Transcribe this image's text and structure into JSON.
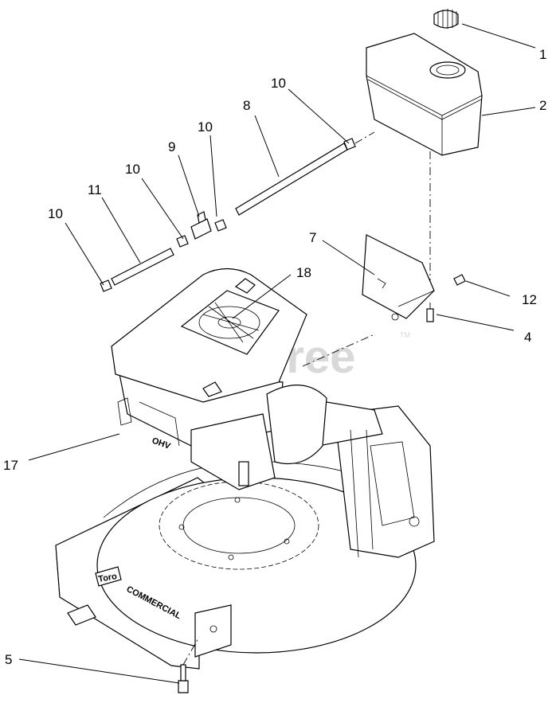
{
  "watermark": {
    "text": "PartsTree",
    "trademark": "TM"
  },
  "branding": {
    "deck_text": "COMMERCIAL",
    "badge_text": "Toro",
    "engine_text": "OHV"
  },
  "callouts": [
    {
      "id": "c1",
      "label": "1"
    },
    {
      "id": "c2",
      "label": "2"
    },
    {
      "id": "c4",
      "label": "4"
    },
    {
      "id": "c5",
      "label": "5"
    },
    {
      "id": "c7",
      "label": "7"
    },
    {
      "id": "c8",
      "label": "8"
    },
    {
      "id": "c9",
      "label": "9"
    },
    {
      "id": "c10a",
      "label": "10"
    },
    {
      "id": "c10b",
      "label": "10"
    },
    {
      "id": "c10c",
      "label": "10"
    },
    {
      "id": "c10d",
      "label": "10"
    },
    {
      "id": "c11",
      "label": "11"
    },
    {
      "id": "c12",
      "label": "12"
    },
    {
      "id": "c17",
      "label": "17"
    },
    {
      "id": "c18",
      "label": "18"
    }
  ]
}
